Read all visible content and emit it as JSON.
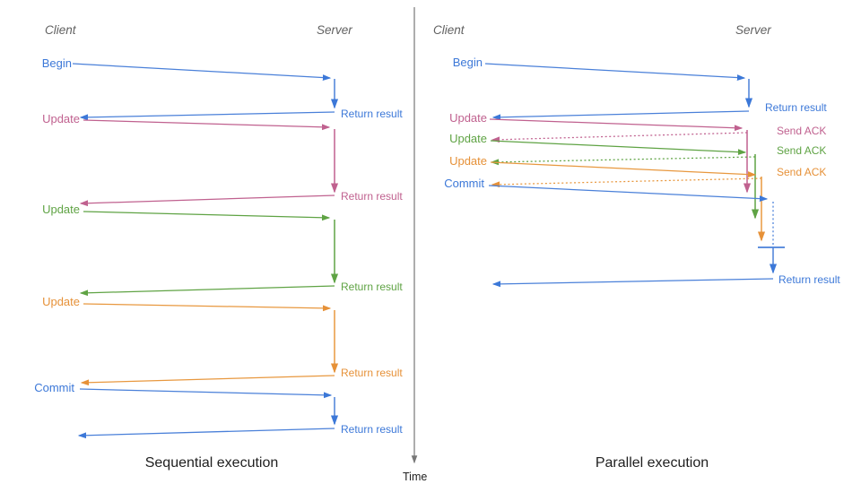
{
  "time_axis": {
    "label": "Time"
  },
  "palette": {
    "blue": "#3c78d8",
    "pink": "#c0618f",
    "green": "#5fa344",
    "orange": "#e69138",
    "axis_gray": "#777777",
    "header_gray": "#616161",
    "title_black": "#1f1f1f"
  },
  "panels": [
    {
      "title": "Sequential execution",
      "client_header": "Client",
      "server_header": "Server",
      "messages": [
        {
          "request": "Begin",
          "response": "Return result",
          "color": "blue"
        },
        {
          "request": "Update",
          "response": "Return result",
          "color": "pink"
        },
        {
          "request": "Update",
          "response": "Return result",
          "color": "green"
        },
        {
          "request": "Update",
          "response": "Return result",
          "color": "orange"
        },
        {
          "request": "Commit",
          "response": "Return result",
          "color": "blue"
        }
      ]
    },
    {
      "title": "Parallel execution",
      "client_header": "Client",
      "server_header": "Server",
      "messages": [
        {
          "request": "Begin",
          "response": "Return result",
          "color": "blue"
        },
        {
          "request": "Update",
          "response": "Send ACK",
          "color": "pink"
        },
        {
          "request": "Update",
          "response": "Send ACK",
          "color": "green"
        },
        {
          "request": "Update",
          "response": "Send ACK",
          "color": "orange"
        },
        {
          "request": "Commit",
          "response": "Return result",
          "color": "blue"
        }
      ]
    }
  ]
}
